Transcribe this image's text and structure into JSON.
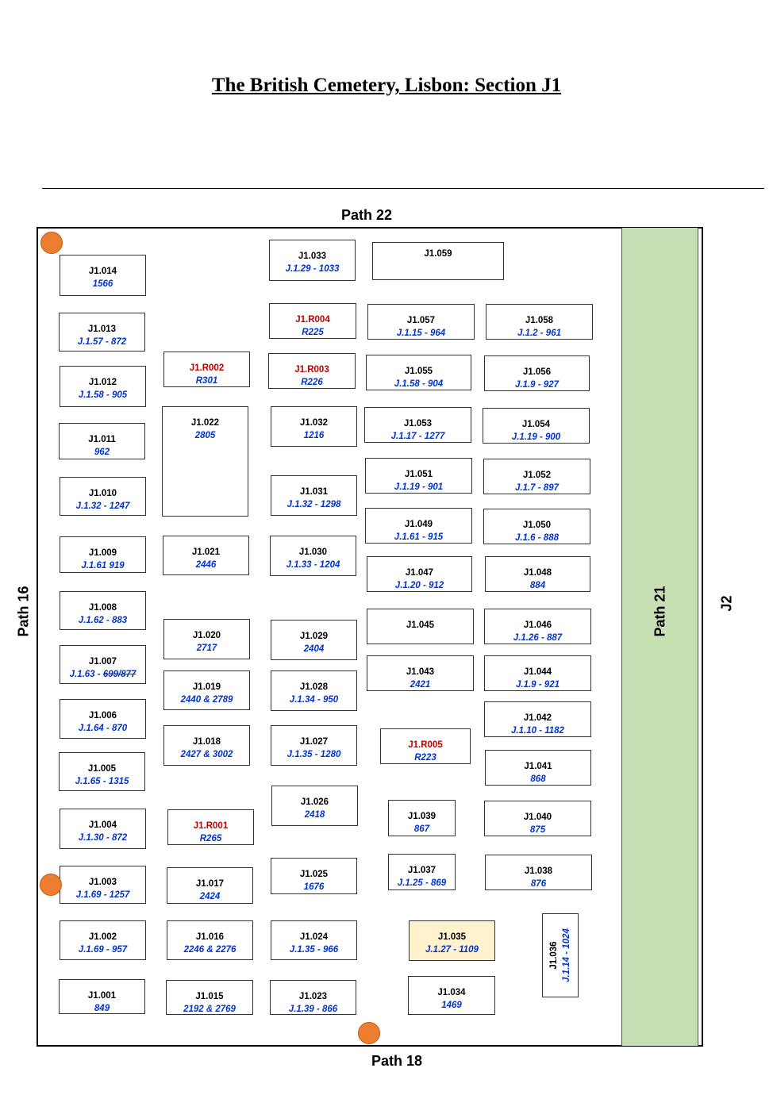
{
  "title": "The British Cemetery, Lisbon:  Section  J1",
  "paths": {
    "top": "Path 22",
    "left": "Path 16",
    "right": "Path 21",
    "bottom": "Path 18",
    "far_right": "J2"
  },
  "colors": {
    "path_green": "#c6e0b4",
    "marker_orange": "#ed7d31",
    "plot_id_red": "#c00000",
    "plot_ref_blue": "#0033cc",
    "highlight_yellow": "#fff2cc"
  },
  "plots": {
    "j1_014": {
      "id": "J1.014",
      "ref": "1566"
    },
    "j1_013": {
      "id": "J1.013",
      "ref": "J.1.57  - 872"
    },
    "j1_012": {
      "id": "J1.012",
      "ref": "J.1.58  -  905"
    },
    "j1_011": {
      "id": "J1.011",
      "ref": "962"
    },
    "j1_010": {
      "id": "J1.010",
      "ref": "J.1.32  - 1247"
    },
    "j1_009": {
      "id": "J1.009",
      "ref": "J.1.61  919"
    },
    "j1_008": {
      "id": "J1.008",
      "ref": "J.1.62  -  883"
    },
    "j1_007": {
      "id": "J1.007",
      "ref_a": "J.1.63  -  ",
      "ref_struck": "699/877"
    },
    "j1_006": {
      "id": "J1.006",
      "ref": "J.1.64  -  870"
    },
    "j1_005": {
      "id": "J1.005",
      "ref": "J.1.65  -  1315"
    },
    "j1_004": {
      "id": "J1.004",
      "ref": "J.1.30  -  872"
    },
    "j1_003": {
      "id": "J1.003",
      "ref": "J.1.69  -  1257"
    },
    "j1_002": {
      "id": "J1.002",
      "ref": "J.1.69  -  957"
    },
    "j1_001": {
      "id": "J1.001",
      "ref": "849"
    },
    "j1_r002": {
      "id": "J1.R002",
      "ref": "R301"
    },
    "j1_022": {
      "id": "J1.022",
      "ref": "2805"
    },
    "j1_021": {
      "id": "J1.021",
      "ref": "2446"
    },
    "j1_020": {
      "id": "J1.020",
      "ref": "2717"
    },
    "j1_019": {
      "id": "J1.019",
      "ref": "2440 & 2789"
    },
    "j1_018": {
      "id": "J1.018",
      "ref": "2427 & 3002"
    },
    "j1_r001": {
      "id": "J1.R001",
      "ref": "R265"
    },
    "j1_017": {
      "id": "J1.017",
      "ref": "2424"
    },
    "j1_016": {
      "id": "J1.016",
      "ref": "2246 & 2276"
    },
    "j1_015": {
      "id": "J1.015",
      "ref": "2192 & 2769"
    },
    "j1_033": {
      "id": "J1.033",
      "ref": "J.1.29  -  1033"
    },
    "j1_r004": {
      "id": "J1.R004",
      "ref": "R225"
    },
    "j1_r003": {
      "id": "J1.R003",
      "ref": "R226"
    },
    "j1_032": {
      "id": "J1.032",
      "ref": "1216"
    },
    "j1_031": {
      "id": "J1.031",
      "ref": "J.1.32  -  1298"
    },
    "j1_030": {
      "id": "J1.030",
      "ref": "J.1.33  - 1204"
    },
    "j1_029": {
      "id": "J1.029",
      "ref": "2404"
    },
    "j1_028": {
      "id": "J1.028",
      "ref": "J.1.34  -  950"
    },
    "j1_027": {
      "id": "J1.027",
      "ref": "J.1.35  - 1280"
    },
    "j1_026": {
      "id": "J1.026",
      "ref": "2418"
    },
    "j1_025": {
      "id": "J1.025",
      "ref": "1676"
    },
    "j1_024": {
      "id": "J1.024",
      "ref": "J.1.35  - 966"
    },
    "j1_023": {
      "id": "J1.023",
      "ref": "J.1.39  -  866"
    },
    "j1_059": {
      "id": "J1.059",
      "ref": ""
    },
    "j1_057": {
      "id": "J1.057",
      "ref": "J.1.15  - 964"
    },
    "j1_055": {
      "id": "J1.055",
      "ref": "J.1.58  -  904"
    },
    "j1_053": {
      "id": "J1.053",
      "ref": "J.1.17  -  1277"
    },
    "j1_051": {
      "id": "J1.051",
      "ref": "J.1.19  -  901"
    },
    "j1_049": {
      "id": "J1.049",
      "ref": "J.1.61  -  915"
    },
    "j1_047": {
      "id": "J1.047",
      "ref": "J.1.20  -  912"
    },
    "j1_045": {
      "id": "J1.045",
      "ref": ""
    },
    "j1_043": {
      "id": "J1.043",
      "ref": "2421"
    },
    "j1_r005": {
      "id": "J1.R005",
      "ref": "R223"
    },
    "j1_039": {
      "id": "J1.039",
      "ref": "867"
    },
    "j1_037": {
      "id": "J1.037",
      "ref": "J.1.25  -  869"
    },
    "j1_035": {
      "id": "J1.035",
      "ref": "J.1.27  -  1109"
    },
    "j1_034": {
      "id": "J1.034",
      "ref": "1469"
    },
    "j1_058": {
      "id": "J1.058",
      "ref": "J.1.2  -  961"
    },
    "j1_056": {
      "id": "J1.056",
      "ref": "J.1.9  -  927"
    },
    "j1_054": {
      "id": "J1.054",
      "ref": "J.1.19  -  900"
    },
    "j1_052": {
      "id": "J1.052",
      "ref": "J.1.7  -  897"
    },
    "j1_050": {
      "id": "J1.050",
      "ref": "J.1.6  -  888"
    },
    "j1_048": {
      "id": "J1.048",
      "ref": "884"
    },
    "j1_046": {
      "id": "J1.046",
      "ref": "J.1.26  -  887"
    },
    "j1_044": {
      "id": "J1.044",
      "ref": "J.1.9  -  921"
    },
    "j1_042": {
      "id": "J1.042",
      "ref": "J.1.10  -  1182"
    },
    "j1_041": {
      "id": "J1.041",
      "ref": "868"
    },
    "j1_040": {
      "id": "J1.040",
      "ref": "875"
    },
    "j1_038": {
      "id": "J1.038",
      "ref": "876"
    },
    "j1_036": {
      "id": "J1.036",
      "ref": "J.1.14  -  1024"
    }
  }
}
